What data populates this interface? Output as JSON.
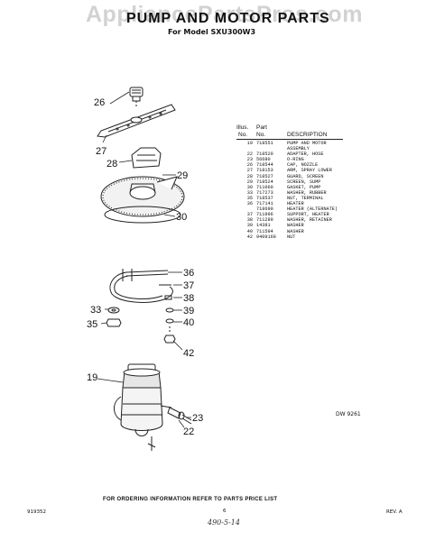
{
  "watermark": "AppliancePartsPros.com",
  "header": {
    "title": "PUMP AND MOTOR PARTS",
    "subtitle": "For Model SXU300W3"
  },
  "callouts": [
    "26",
    "27",
    "28",
    "29",
    "30",
    "36",
    "37",
    "38",
    "33",
    "39",
    "35",
    "40",
    "42",
    "19",
    "23",
    "22"
  ],
  "table": {
    "head_illus": "Illus.",
    "head_part": "Part",
    "head_no_illus": "No.",
    "head_no_part": "No.",
    "head_desc": "DESCRIPTION",
    "rows": [
      {
        "illus": "19",
        "part": "718551",
        "desc": "PUMP AND MOTOR"
      },
      {
        "illus": "",
        "part": "",
        "desc": "ASSEMBLY"
      },
      {
        "illus": "22",
        "part": "718520",
        "desc": "ADAPTER, HOSE"
      },
      {
        "illus": "23",
        "part": "56680",
        "desc": "O-RING"
      },
      {
        "illus": "26",
        "part": "718544",
        "desc": "CAP, NOZZLE"
      },
      {
        "illus": "27",
        "part": "718153",
        "desc": "ARM, SPRAY LOWER"
      },
      {
        "illus": "28",
        "part": "718527",
        "desc": "GUARD, SCREEN"
      },
      {
        "illus": "29",
        "part": "718524",
        "desc": "SCREEN, SUMP"
      },
      {
        "illus": "30",
        "part": "711060",
        "desc": "GASKET, PUMP"
      },
      {
        "illus": "33",
        "part": "717273",
        "desc": "WASHER, RUBBER"
      },
      {
        "illus": "35",
        "part": "718537",
        "desc": "NUT, TERMINAL"
      },
      {
        "illus": "36",
        "part": "717141",
        "desc": "HEATER"
      },
      {
        "illus": "",
        "part": "718690",
        "desc": "HEATER (ALTERNATE)"
      },
      {
        "illus": "37",
        "part": "711996",
        "desc": "SUPPORT, HEATER"
      },
      {
        "illus": "38",
        "part": "711289",
        "desc": "WASHER, RETAINER"
      },
      {
        "illus": "39",
        "part": "14381",
        "desc": "WASHER"
      },
      {
        "illus": "40",
        "part": "711594",
        "desc": "WASHER"
      },
      {
        "illus": "42",
        "part": "9409160",
        "desc": "NUT"
      }
    ]
  },
  "diagram_code": "DW 9261",
  "footer": {
    "ordering_note": "FOR ORDERING INFORMATION REFER TO PARTS PRICE LIST",
    "doc_number": "919352",
    "page_number": "6",
    "revision": "REV. A",
    "handwriting": "490-5-14"
  }
}
